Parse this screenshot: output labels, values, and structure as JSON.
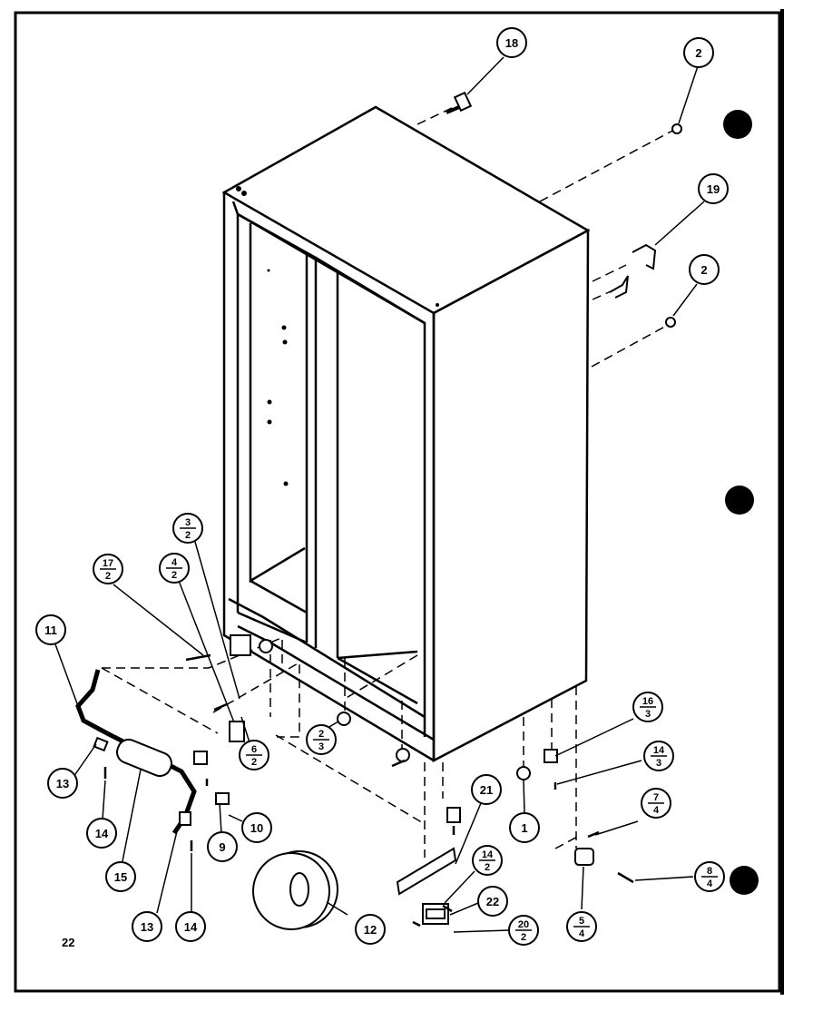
{
  "page_number": "22",
  "callouts": {
    "c18": "18",
    "c2a": "2",
    "c19": "19",
    "c2b": "2",
    "c17_2": {
      "top": "17",
      "bottom": "2"
    },
    "c4_2": {
      "top": "4",
      "bottom": "2"
    },
    "c3_2": {
      "top": "3",
      "bottom": "2"
    },
    "c11": "11",
    "c6_2": {
      "top": "6",
      "bottom": "2"
    },
    "c2_3": {
      "top": "2",
      "bottom": "3"
    },
    "c13a": "13",
    "c14a": "14",
    "c15": "15",
    "c13b": "13",
    "c14b": "14",
    "c9": "9",
    "c10": "10",
    "c12": "12",
    "c21": "21",
    "c14_2": {
      "top": "14",
      "bottom": "2"
    },
    "c22": "22",
    "c20_2": {
      "top": "20",
      "bottom": "2"
    },
    "c1": "1",
    "c16_3": {
      "top": "16",
      "bottom": "3"
    },
    "c14_3": {
      "top": "14",
      "bottom": "3"
    },
    "c7_4": {
      "top": "7",
      "bottom": "4"
    },
    "c8_4": {
      "top": "8",
      "bottom": "4"
    },
    "c5_4": {
      "top": "5",
      "bottom": "4"
    }
  }
}
